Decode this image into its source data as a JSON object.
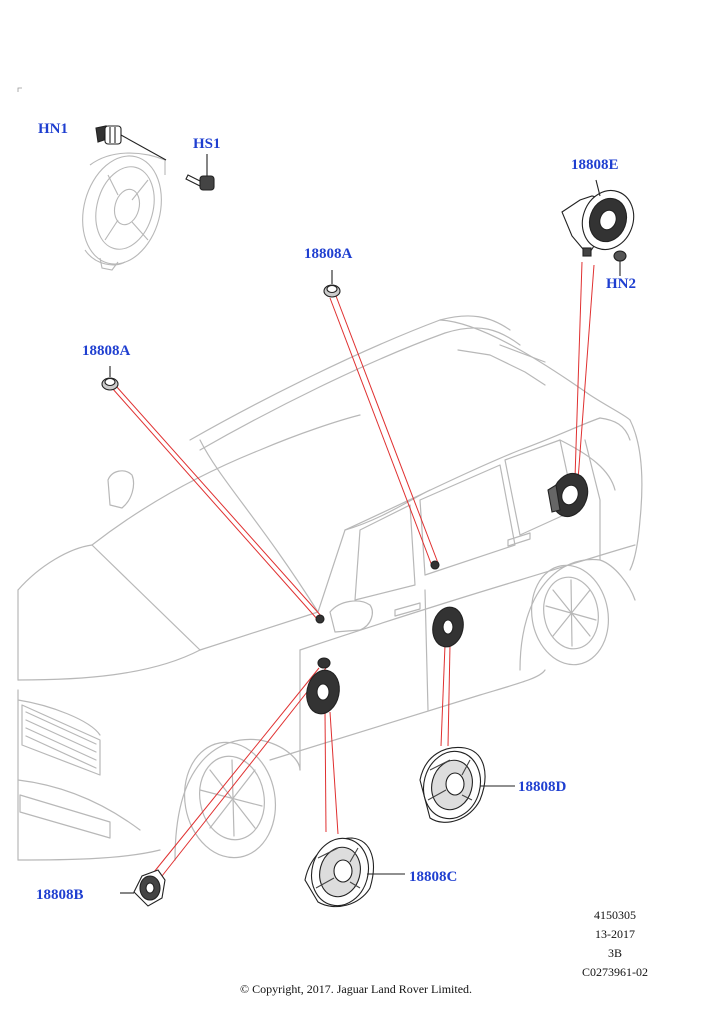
{
  "callouts": {
    "hn1": "HN1",
    "hs1": "HS1",
    "e": "18808E",
    "hn2": "HN2",
    "a_top": "18808A",
    "a_left": "18808A",
    "d": "18808D",
    "c": "18808C",
    "b": "18808B"
  },
  "reference": {
    "line1": "4150305",
    "line2": "13-2017",
    "line3": "3B",
    "line4": "C0273961-02"
  },
  "copyright": "© Copyright, 2017. Jaguar Land Rover Limited.",
  "colors": {
    "callout_text": "#1f3fd0",
    "leader_line": "#e03030",
    "outline": "#b8b8b8",
    "part": "#222222"
  }
}
